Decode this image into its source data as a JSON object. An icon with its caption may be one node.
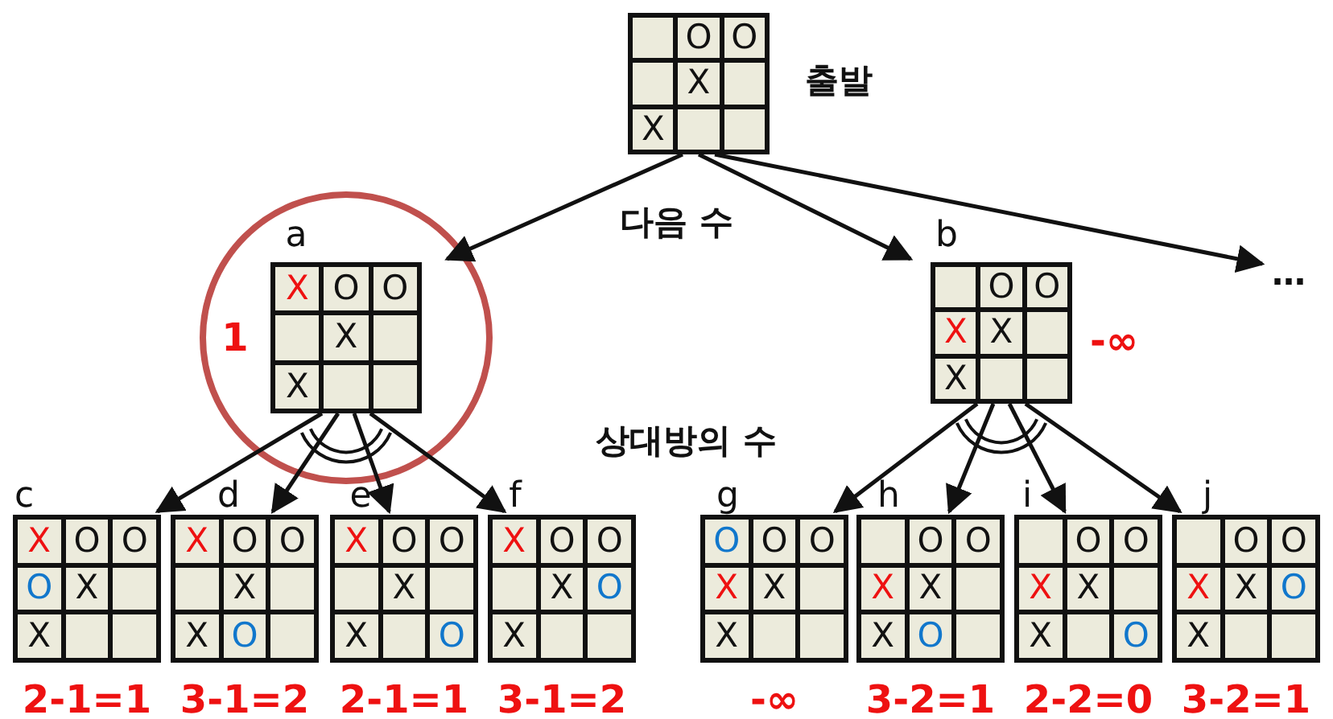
{
  "diagram": {
    "nodes": [
      {
        "text": [],
        "shape": "box",
        "beside": [
          "출발"
        ]
      },
      {
        "text": [],
        "shape": "box",
        "in": 0
      },
      {
        "text": [
          "O"
        ],
        "in": 0
      },
      {
        "text": [
          "O"
        ],
        "in": 0
      },
      {
        "text": [],
        "shape": "box",
        "in": 0
      },
      {
        "text": [
          "X"
        ],
        "in": 0
      },
      {
        "text": [],
        "shape": "box",
        "in": 0
      },
      {
        "text": [
          "X"
        ],
        "in": 0
      },
      {
        "text": [],
        "shape": "box",
        "in": 0
      },
      {
        "text": [],
        "shape": "box",
        "in": 0
      },
      {
        "text": [],
        "shape": "box",
        "beside": [
          "a",
          "1"
        ]
      },
      {
        "text": [
          "X"
        ],
        "in": 10
      },
      {
        "text": [
          "O"
        ],
        "in": 10
      },
      {
        "text": [
          "O"
        ],
        "in": 10
      },
      {
        "text": [],
        "shape": "box",
        "in": 10
      },
      {
        "text": [
          "X"
        ],
        "in": 10
      },
      {
        "text": [],
        "shape": "box",
        "in": 10
      },
      {
        "text": [
          "X"
        ],
        "in": 10
      },
      {
        "text": [],
        "shape": "box",
        "in": 10
      },
      {
        "text": [],
        "shape": "box",
        "in": 10
      },
      {
        "text": [],
        "shape": "box",
        "beside": [
          "b",
          "-∞"
        ]
      },
      {
        "text": [],
        "shape": "box",
        "in": 20
      },
      {
        "text": [
          "O"
        ],
        "in": 20
      },
      {
        "text": [
          "O"
        ],
        "in": 20
      },
      {
        "text": [
          "X"
        ],
        "in": 20
      },
      {
        "text": [
          "X"
        ],
        "in": 20
      },
      {
        "text": [],
        "shape": "box",
        "in": 20
      },
      {
        "text": [
          "X"
        ],
        "in": 20
      },
      {
        "text": [],
        "shape": "box",
        "in": 20
      },
      {
        "text": [],
        "shape": "box",
        "in": 20
      },
      {
        "text": [
          "…"
        ]
      },
      {
        "text": [],
        "shape": "box",
        "beside": [
          "c",
          "2-1=**1**"
        ]
      },
      {
        "text": [
          "X"
        ],
        "in": 31
      },
      {
        "text": [
          "O"
        ],
        "in": 31
      },
      {
        "text": [
          "O"
        ],
        "in": 31
      },
      {
        "text": [
          "O"
        ],
        "in": 31
      },
      {
        "text": [
          "X"
        ],
        "in": 31
      },
      {
        "text": [],
        "shape": "box",
        "in": 31
      },
      {
        "text": [
          "X"
        ],
        "in": 31
      },
      {
        "text": [],
        "shape": "box",
        "in": 31
      },
      {
        "text": [],
        "shape": "box",
        "in": 31
      },
      {
        "text": [],
        "shape": "box",
        "beside": [
          "d",
          "3-1=**2**"
        ]
      },
      {
        "text": [
          "X"
        ],
        "in": 41
      },
      {
        "text": [
          "O"
        ],
        "in": 41
      },
      {
        "text": [
          "O"
        ],
        "in": 41
      },
      {
        "text": [],
        "shape": "box",
        "in": 41
      },
      {
        "text": [
          "X"
        ],
        "in": 41
      },
      {
        "text": [],
        "shape": "box",
        "in": 41
      },
      {
        "text": [
          "X"
        ],
        "in": 41
      },
      {
        "text": [
          "O"
        ],
        "in": 41
      },
      {
        "text": [],
        "shape": "box",
        "in": 41
      },
      {
        "text": [],
        "shape": "box",
        "beside": [
          "e",
          "2-1=**1**"
        ]
      },
      {
        "text": [
          "X"
        ],
        "in": 51
      },
      {
        "text": [
          "O"
        ],
        "in": 51
      },
      {
        "text": [
          "O"
        ],
        "in": 51
      },
      {
        "text": [],
        "shape": "box",
        "in": 51
      },
      {
        "text": [
          "X"
        ],
        "in": 51
      },
      {
        "text": [],
        "shape": "box",
        "in": 51
      },
      {
        "text": [
          "X"
        ],
        "in": 51
      },
      {
        "text": [],
        "shape": "box",
        "in": 51
      },
      {
        "text": [
          "O"
        ],
        "in": 51
      },
      {
        "text": [],
        "shape": "box",
        "beside": [
          "f",
          "3-1=**2**"
        ]
      },
      {
        "text": [
          "X"
        ],
        "in": 61
      },
      {
        "text": [
          "O"
        ],
        "in": 61
      },
      {
        "text": [
          "O"
        ],
        "in": 61
      },
      {
        "text": [],
        "shape": "box",
        "in": 61
      },
      {
        "text": [
          "X"
        ],
        "in": 61
      },
      {
        "text": [
          "O"
        ],
        "in": 61
      },
      {
        "text": [
          "X"
        ],
        "in": 61
      },
      {
        "text": [],
        "shape": "box",
        "in": 61
      },
      {
        "text": [],
        "shape": "box",
        "in": 61
      },
      {
        "text": [],
        "shape": "box",
        "beside": [
          "g",
          "-∞"
        ]
      },
      {
        "text": [
          "O"
        ],
        "in": 71
      },
      {
        "text": [
          "O"
        ],
        "in": 71
      },
      {
        "text": [
          "O"
        ],
        "in": 71
      },
      {
        "text": [
          "X"
        ],
        "in": 71
      },
      {
        "text": [
          "X"
        ],
        "in": 71
      },
      {
        "text": [],
        "shape": "box",
        "in": 71
      },
      {
        "text": [
          "X"
        ],
        "in": 71
      },
      {
        "text": [],
        "shape": "box",
        "in": 71
      },
      {
        "text": [],
        "shape": "box",
        "in": 71
      },
      {
        "text": [],
        "shape": "box",
        "beside": [
          "h",
          "3-2=**1**"
        ]
      },
      {
        "text": [],
        "shape": "box",
        "in": 81
      },
      {
        "text": [
          "O"
        ],
        "in": 81
      },
      {
        "text": [
          "O"
        ],
        "in": 81
      },
      {
        "text": [
          "X"
        ],
        "in": 81
      },
      {
        "text": [
          "X"
        ],
        "in": 81
      },
      {
        "text": [],
        "shape": "box",
        "in": 81
      },
      {
        "text": [
          "X"
        ],
        "in": 81
      },
      {
        "text": [
          "O"
        ],
        "in": 81
      },
      {
        "text": [],
        "shape": "box",
        "in": 81
      },
      {
        "text": [],
        "shape": "box",
        "beside": [
          "i",
          "2-2=**0**"
        ]
      },
      {
        "text": [],
        "shape": "box",
        "in": 91
      },
      {
        "text": [
          "O"
        ],
        "in": 91
      },
      {
        "text": [
          "O"
        ],
        "in": 91
      },
      {
        "text": [
          "X"
        ],
        "in": 91
      },
      {
        "text": [
          "X"
        ],
        "in": 91
      },
      {
        "text": [],
        "shape": "box",
        "in": 91
      },
      {
        "text": [
          "X"
        ],
        "in": 91
      },
      {
        "text": [],
        "shape": "box",
        "in": 91
      },
      {
        "text": [
          "O"
        ],
        "in": 91
      },
      {
        "text": [],
        "shape": "box",
        "beside": [
          "j",
          "3-2=**1**"
        ]
      },
      {
        "text": [],
        "shape": "box",
        "in": 101
      },
      {
        "text": [
          "O"
        ],
        "in": 101
      },
      {
        "text": [
          "O"
        ],
        "in": 101
      },
      {
        "text": [
          "X"
        ],
        "in": 101
      },
      {
        "text": [
          "X"
        ],
        "in": 101
      },
      {
        "text": [
          "O"
        ],
        "in": 101
      },
      {
        "text": [
          "X"
        ],
        "in": 101
      },
      {
        "text": [],
        "shape": "box",
        "in": 101
      },
      {
        "text": [],
        "shape": "box",
        "in": 101
      }
    ],
    "edges": [
      {
        "from": 0,
        "to": 10,
        "arrow": "to"
      },
      {
        "from": 0,
        "to": 20,
        "arrow": "to"
      },
      {
        "from": 0,
        "to": 30,
        "arrow": "to"
      },
      {
        "from": 10,
        "to": 31,
        "arrow": "to"
      },
      {
        "from": 10,
        "to": 41,
        "arrow": "to"
      },
      {
        "from": 10,
        "to": 51,
        "arrow": "to"
      },
      {
        "from": 10,
        "to": 61,
        "arrow": "to"
      },
      {
        "from": 20,
        "to": 71,
        "arrow": "to"
      },
      {
        "from": 20,
        "to": 81,
        "arrow": "to"
      },
      {
        "from": 20,
        "to": 91,
        "arrow": "to"
      },
      {
        "from": 20,
        "to": 101,
        "arrow": "to"
      }
    ],
    "labels": [
      "다음 수",
      "상대방의 수"
    ]
  }
}
